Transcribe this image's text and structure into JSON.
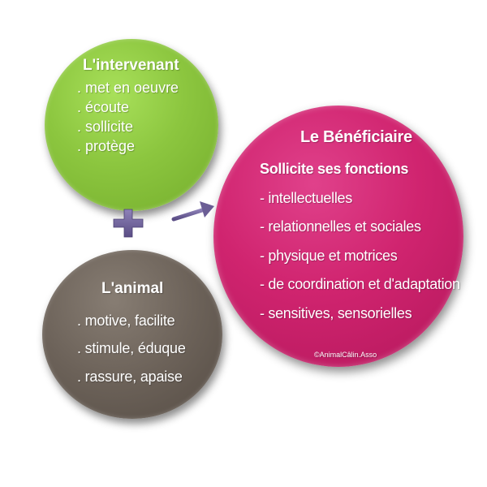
{
  "intervenant": {
    "title": "L'intervenant",
    "items": [
      ". met en oeuvre",
      ". écoute",
      ". sollicite",
      ". protège"
    ],
    "color": "#8cc63f"
  },
  "animal": {
    "title": "L'animal",
    "items": [
      ". motive, facilite",
      ". stimule, éduque",
      ". rassure, apaise"
    ],
    "color": "#6c6259"
  },
  "beneficiaire": {
    "title": "Le Bénéficiaire",
    "subtitle": "Sollicite ses fonctions",
    "items": [
      "- intellectuelles",
      "- relationnelles et sociales",
      "- physique et motrices",
      "- de coordination et d'adaptation",
      "- sensitives, sensorielles"
    ],
    "copyright": "©AnimalCâlin.Asso",
    "color": "#d0246f"
  },
  "symbols": {
    "plus_icon": "plus-icon",
    "arrow_icon": "arrow-right-icon",
    "color": "#6b5e95"
  }
}
